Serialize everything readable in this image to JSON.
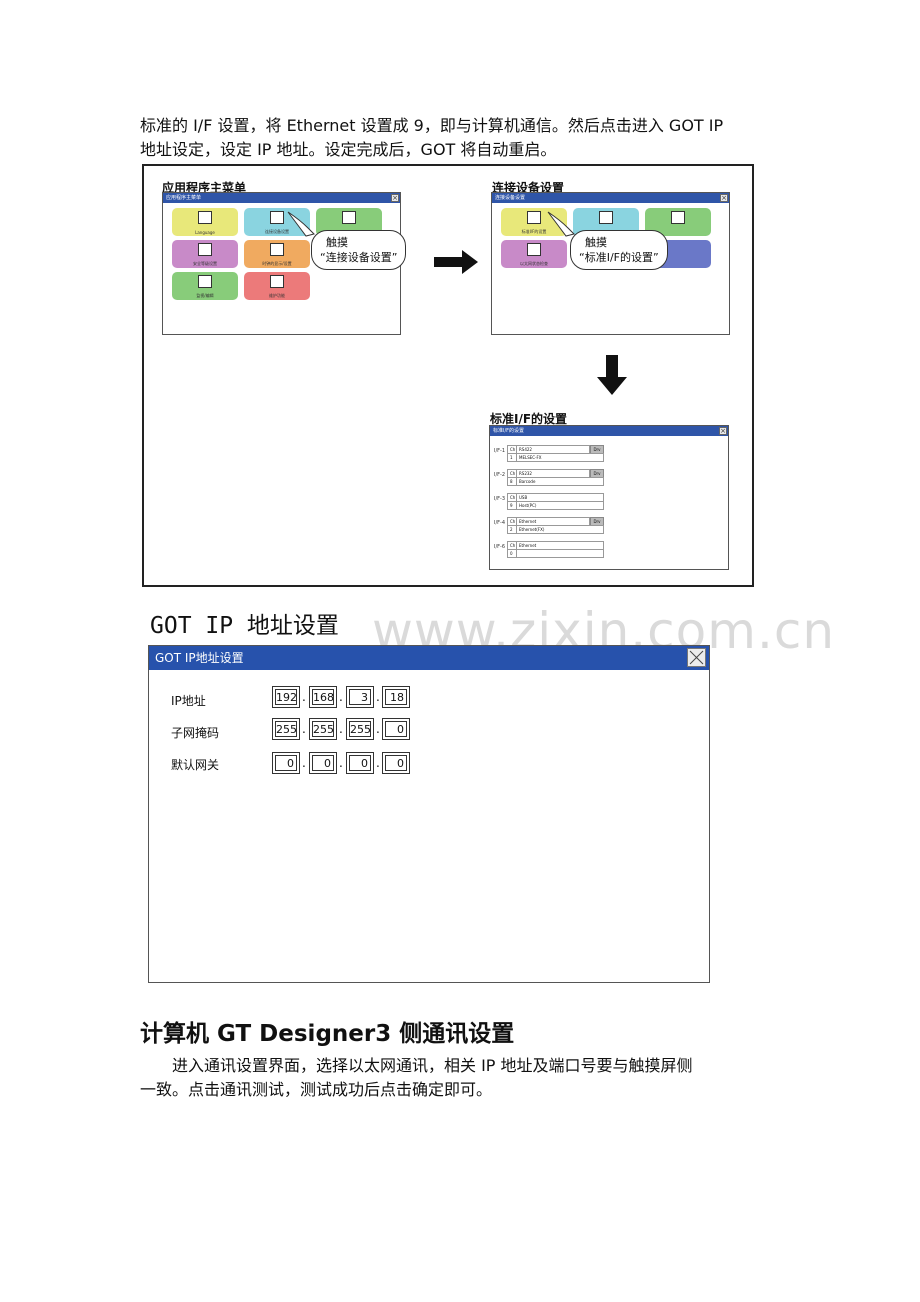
{
  "paragraph_top": {
    "line1": "标准的 I/F 设置，将 Ethernet  设置成 9，即与计算机通信。然后点击进入 GOT IP",
    "line2": "地址设定，设定 IP 地址。设定完成后，GOT 将自动重启。"
  },
  "figure": {
    "panel1": {
      "caption": "应用程序主菜单",
      "title": "应用程序主菜单",
      "tiles": [
        "Language",
        "连接设备设置",
        "",
        "安全等级设置",
        "时钟的显示/设置",
        "",
        "监视/编辑",
        "维护功能",
        ""
      ],
      "bubble_l1": "触摸",
      "bubble_l2": "“连接设备设置”"
    },
    "panel2": {
      "caption": "连接设备设置",
      "title": "连接设备设置",
      "tiles": [
        "标准I/F的设置",
        "",
        "",
        "以太网状态检查",
        "",
        ""
      ],
      "bubble_l1": "触摸",
      "bubble_l2": "“标准I/F的设置”"
    },
    "panel3": {
      "caption": "标准I/F的设置",
      "title": "标准I/F的设置",
      "rows": [
        {
          "label": "I/F-1",
          "ch": "Ch",
          "dev": "RS422",
          "num": "1",
          "sub": "MELSEC-FX",
          "drv": "Drv"
        },
        {
          "label": "I/F-2",
          "ch": "Ch",
          "dev": "RS232",
          "num": "8",
          "sub": "Barcode",
          "drv": "Drv"
        },
        {
          "label": "I/F-3",
          "ch": "Ch",
          "dev": "USB",
          "num": "9",
          "sub": "Host(PC)",
          "drv": ""
        },
        {
          "label": "I/F-4",
          "ch": "Ch",
          "dev": "Ethernet",
          "num": "2",
          "sub": "Ethernet(FX)",
          "drv": "Drv"
        },
        {
          "label": "I/F-6",
          "ch": "Ch",
          "dev": "Ethernet",
          "num": "0",
          "sub": "",
          "drv": ""
        }
      ]
    }
  },
  "section_title": "GOT  IP  地址设置",
  "watermark": "www.zixin.com.cn",
  "ip_dialog": {
    "title": "GOT IP地址设置",
    "rows": [
      {
        "label": "IP地址",
        "octets": [
          "192",
          "168",
          "3",
          "18"
        ]
      },
      {
        "label": "子网掩码",
        "octets": [
          "255",
          "255",
          "255",
          "0"
        ]
      },
      {
        "label": "默认网关",
        "octets": [
          "0",
          "0",
          "0",
          "0"
        ]
      }
    ]
  },
  "heading2": "计算机 GT Designer3 侧通讯设置",
  "paragraph_bottom": {
    "line1": "　　进入通讯设置界面，选择以太网通讯，相关 IP 地址及端口号要与触摸屏侧",
    "line2": "一致。点击通讯测试，测试成功后点击确定即可。"
  },
  "colors": {
    "title_bar": "#2752ac",
    "tile_yellow": "#e8e87a",
    "tile_cyan": "#8ad4e0",
    "tile_green": "#88cc7a",
    "tile_purple": "#c88ac8",
    "tile_orange": "#f0aa60",
    "tile_red": "#ec7a7a",
    "tile_blue": "#6a78c8"
  }
}
